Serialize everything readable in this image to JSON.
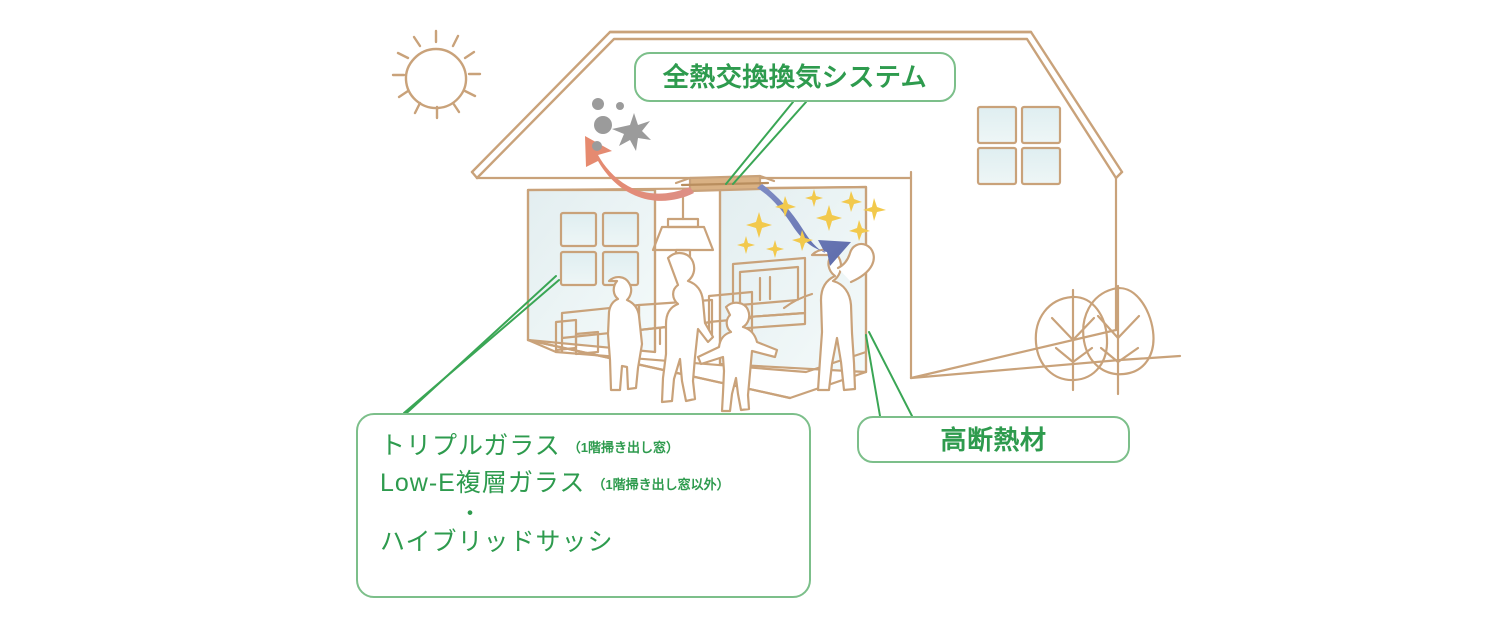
{
  "figure": {
    "kind": "house-thermal-performance-diagram",
    "background_color": "#ffffff",
    "line_color": "#c9a27a",
    "accent_green": "#2e9b4e",
    "border_green": "#7cbf8a",
    "glass_tint": "#e4eff1",
    "exhaust_arrow_color": "#e08a72",
    "intake_arrow_color": "#6f7cba",
    "dust_color": "#9b9b9b",
    "sparkle_color": "#f2c94c"
  },
  "callouts": {
    "ventilation": {
      "label": "全熱交換換気システム"
    },
    "insulation": {
      "label": "高断熱材"
    },
    "glazing": {
      "line1_main": "トリプルガラス",
      "line1_note": "（1階掃き出し窓）",
      "line2_main": "Low-E複層ガラス",
      "line2_note": "（1階掃き出し窓以外）",
      "separator": "・",
      "line3_main": "ハイブリッドサッシ"
    }
  },
  "scene": {
    "sun": "sun-icon",
    "trees": "tree-icon",
    "house_window": "window-icon",
    "pendant_lamp": "pendant-lamp-icon",
    "sofa": "sofa-icon",
    "sideboard": "sideboard-icon",
    "people_count": 4,
    "exhaust_arrow": "exhaust-arrow-icon",
    "intake_arrow": "intake-arrow-icon",
    "dust_particles": "dust-particles-icon",
    "sparkles": "sparkles-icon",
    "vent_unit": "vent-unit-icon"
  }
}
